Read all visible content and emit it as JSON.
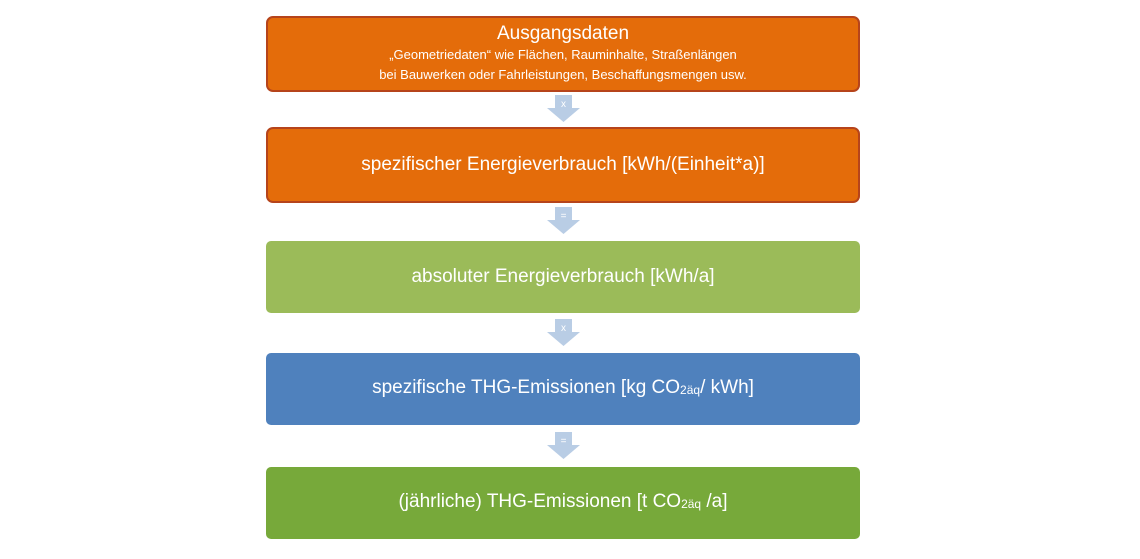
{
  "boxes": [
    {
      "title": "Ausgangsdaten",
      "line1": "„Geometriedaten“ wie Flächen, Rauminhalte, Straßenlängen",
      "line2": "bei Bauwerken oder Fahrleistungen, Beschaffungsmengen usw.",
      "color": "#e46c0a"
    },
    {
      "label": "spezifischer Energieverbrauch [kWh/(Einheit*a)]",
      "color": "#e46c0a"
    },
    {
      "label": "absoluter Energieverbrauch [kWh/a]",
      "color": "#9bbb59"
    },
    {
      "label_pre": "spezifische THG-Emissionen [kg CO",
      "label_sub": "2äq",
      "label_post": "/ kWh]",
      "color": "#4f81bd"
    },
    {
      "label_pre": "(jährliche) THG-Emissionen [t CO",
      "label_sub": "2äq",
      "label_post": " /a]",
      "color": "#77a93a"
    }
  ],
  "operators": [
    "x",
    "=",
    "x",
    "="
  ],
  "arrow_color": "#b9cde5"
}
